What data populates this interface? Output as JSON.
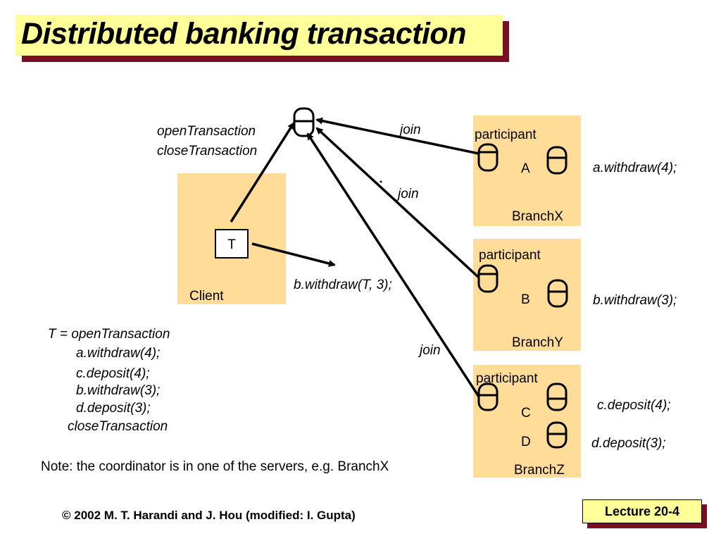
{
  "title": "Distributed banking transaction",
  "client": {
    "label": "Client",
    "transaction_box": "T",
    "open_label": "openTransaction",
    "close_label": "closeTransaction",
    "request_label": "b.withdraw(T, 3);"
  },
  "code_listing": [
    "T = openTransaction",
    "a.withdraw(4);",
    "c.deposit(4);",
    "b.withdraw(3);",
    "d.deposit(3);",
    "closeTransaction"
  ],
  "join_labels": [
    "join",
    "join",
    "join"
  ],
  "branches": [
    {
      "name": "BranchX",
      "participant_label": "participant",
      "objects": [
        "A"
      ],
      "operations": [
        "a.withdraw(4);"
      ]
    },
    {
      "name": "BranchY",
      "participant_label": "participant",
      "objects": [
        "B"
      ],
      "operations": [
        "b.withdraw(3);"
      ]
    },
    {
      "name": "BranchZ",
      "participant_label": "participant",
      "objects": [
        "C",
        "D"
      ],
      "operations": [
        "c.deposit(4);",
        "d.deposit(3);"
      ]
    }
  ],
  "note": "Note: the coordinator is in one of the servers, e.g. BranchX",
  "copyright": "© 2002 M. T. Harandi and J. Hou (modified: I. Gupta)",
  "lecture": "Lecture 20-4",
  "colors": {
    "title_background": "#ffff99",
    "title_shadow": "#7a0e22",
    "panel_background": "#ffdd99"
  }
}
